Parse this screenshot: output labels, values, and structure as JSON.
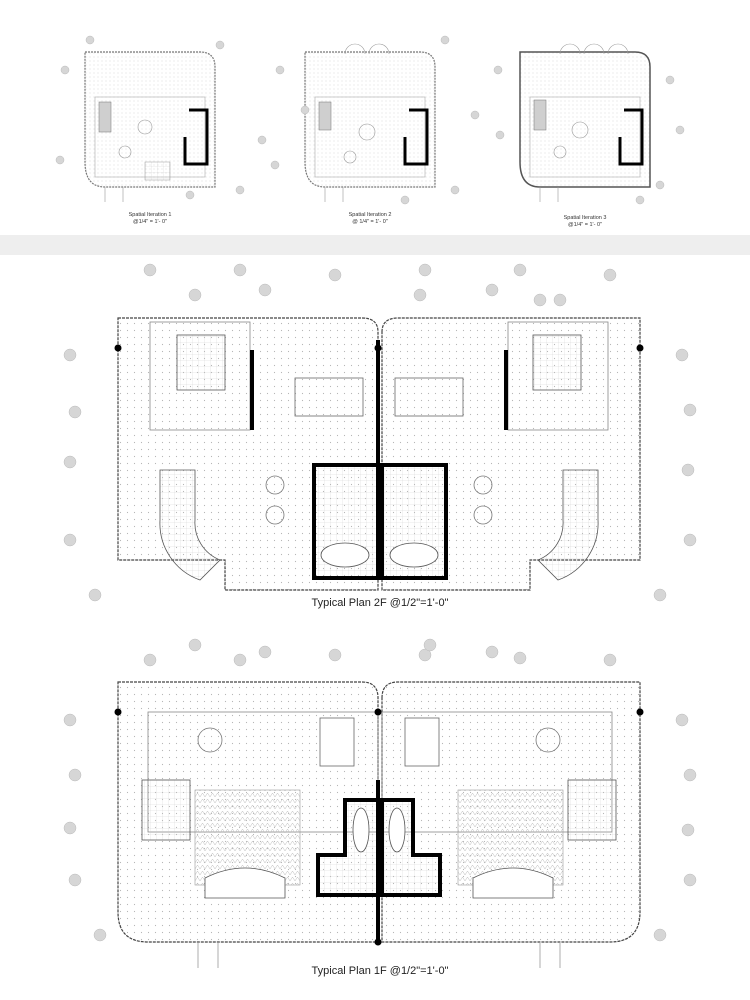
{
  "iterations": [
    {
      "label": "Spatial Iteration 1",
      "scale": "@1/4\" = 1'- 0\""
    },
    {
      "label": "Spatial Iteration 2",
      "scale": "@ 1/4\" = 1'- 0\""
    },
    {
      "label": "Spatial Iteration 3",
      "scale": "@1/4\" = 1'- 0\""
    }
  ],
  "plans": [
    {
      "label": "Typical Plan 2F @1/2\"=1'-0\""
    },
    {
      "label": "Typical Plan 1F @1/2\"=1'-0\""
    }
  ],
  "colors": {
    "wall": "#000000",
    "line": "#9a9a9a",
    "tree": "#d6d6d6",
    "band": "#eeeeee"
  }
}
